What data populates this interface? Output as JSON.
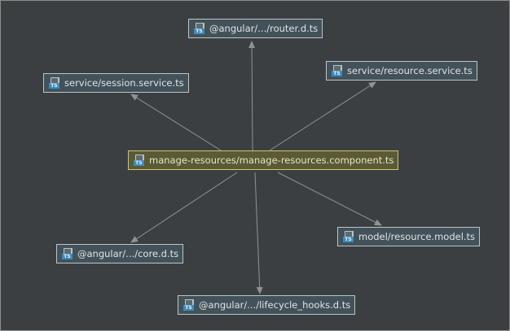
{
  "diagram": {
    "center": {
      "label": "manage-resources/manage-resources.component.ts"
    },
    "nodes": [
      {
        "id": "router",
        "label": "@angular/.../router.d.ts"
      },
      {
        "id": "session",
        "label": "service/session.service.ts"
      },
      {
        "id": "resource-service",
        "label": "service/resource.service.ts"
      },
      {
        "id": "resource-model",
        "label": "model/resource.model.ts"
      },
      {
        "id": "core",
        "label": "@angular/.../core.d.ts"
      },
      {
        "id": "lifecycle",
        "label": "@angular/.../lifecycle_hooks.d.ts"
      }
    ],
    "file_icon": {
      "name": "typescript-file-icon",
      "badge": "TS"
    },
    "colors": {
      "background": "#3c3f41",
      "node_fill": "#435158",
      "node_border": "#b9c6cc",
      "center_fill": "#5b5a32",
      "center_border": "#c9c67a",
      "edge": "#8e9396"
    }
  }
}
